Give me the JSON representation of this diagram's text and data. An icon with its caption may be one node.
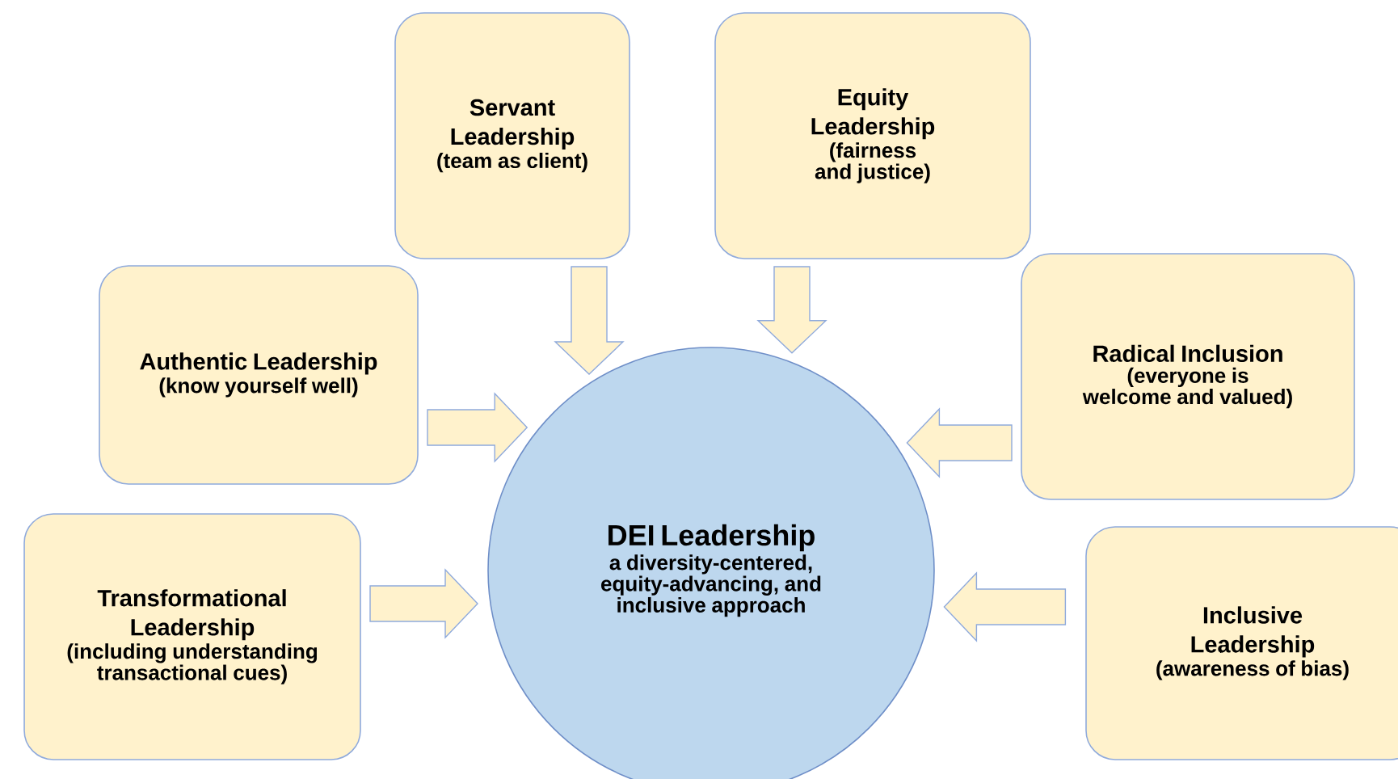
{
  "diagram": {
    "nodes": [
      {
        "text": [
          "Servant Leadership",
          "(team as client)"
        ]
      },
      {
        "text": [
          "Equity Leadership",
          "(fairness and justice)"
        ]
      },
      {
        "text": [
          "Authentic Leadership",
          "(know yourself well)"
        ]
      },
      {
        "text": [
          "Radical Inclusion",
          "(everyone is welcome and valued)"
        ]
      },
      {
        "text": [
          "DEI Leadership",
          "a diversity-centered, equity-advancing, and inclusive approach"
        ]
      },
      {
        "text": [
          "Transformational Leadership",
          "(including understanding transactional cues)"
        ]
      },
      {
        "text": [
          "Inclusive Leadership",
          "(awareness of bias)"
        ]
      }
    ],
    "edges": [
      {
        "from": 0,
        "to": 4,
        "arrow": "to"
      },
      {
        "from": 1,
        "to": 4,
        "arrow": "to"
      },
      {
        "from": 2,
        "to": 4,
        "arrow": "to"
      },
      {
        "from": 3,
        "to": 4,
        "arrow": "to"
      },
      {
        "from": 5,
        "to": 4,
        "arrow": "to"
      },
      {
        "from": 6,
        "to": 4,
        "arrow": "to"
      }
    ]
  }
}
